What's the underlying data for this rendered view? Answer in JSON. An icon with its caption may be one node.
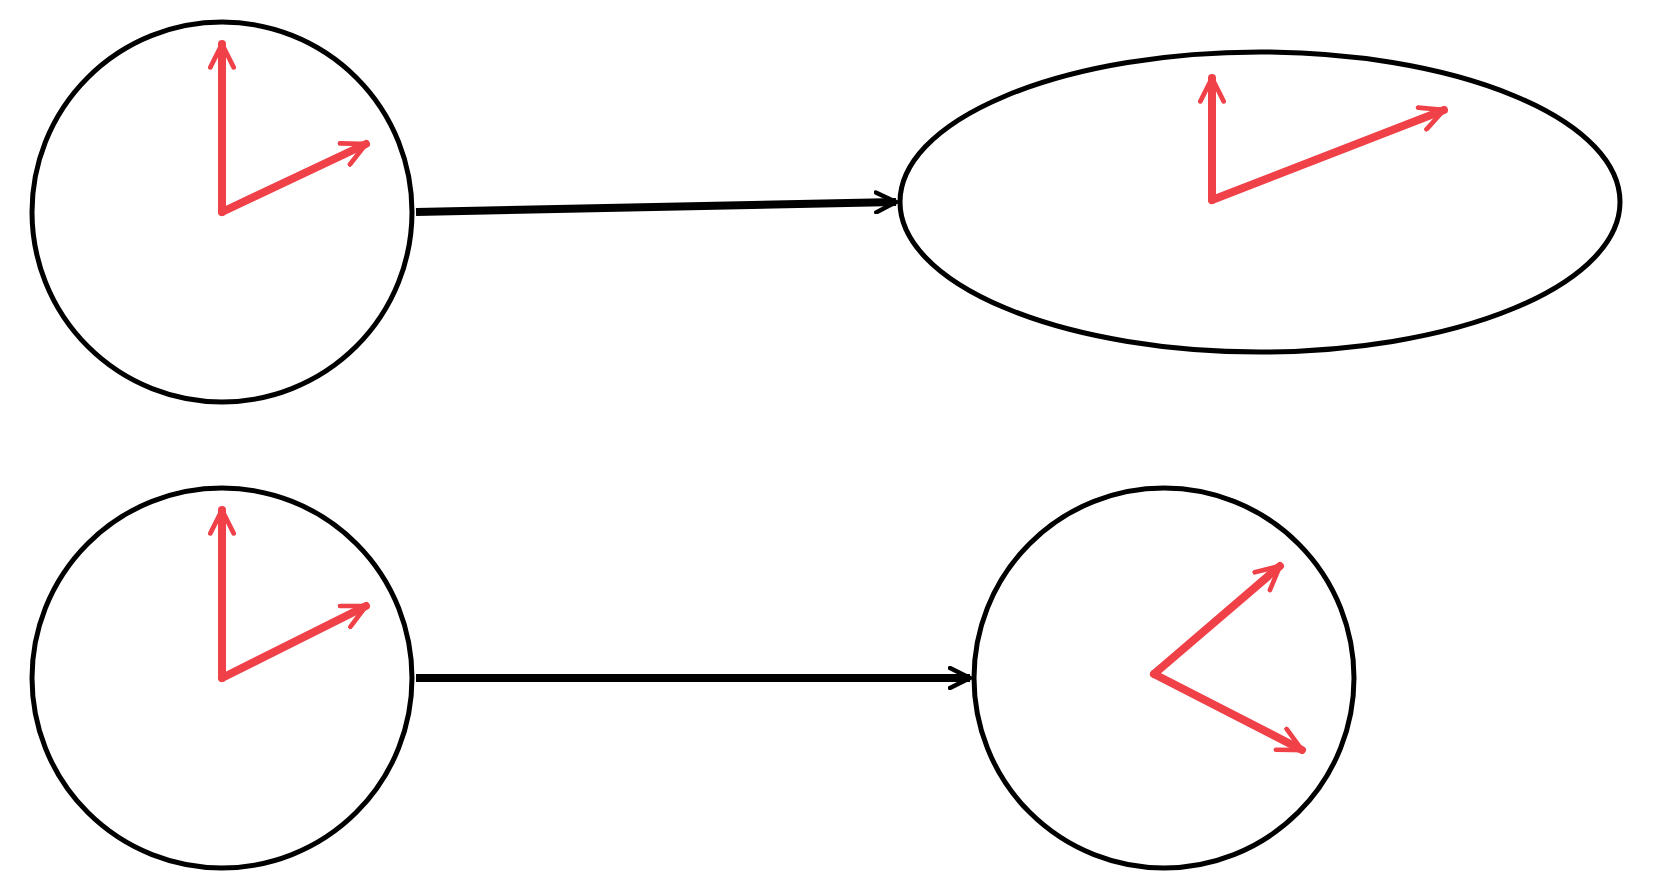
{
  "diagram": {
    "nodes": [
      {
        "text": [],
        "shape": "circle"
      },
      {
        "text": [],
        "shape": "ellipse"
      },
      {
        "text": [],
        "shape": "circle"
      },
      {
        "text": [],
        "shape": "circle"
      }
    ],
    "edges": [
      {
        "from": 0,
        "to": 1,
        "arrow": "to"
      },
      {
        "from": 2,
        "to": 3,
        "arrow": "to"
      }
    ]
  }
}
